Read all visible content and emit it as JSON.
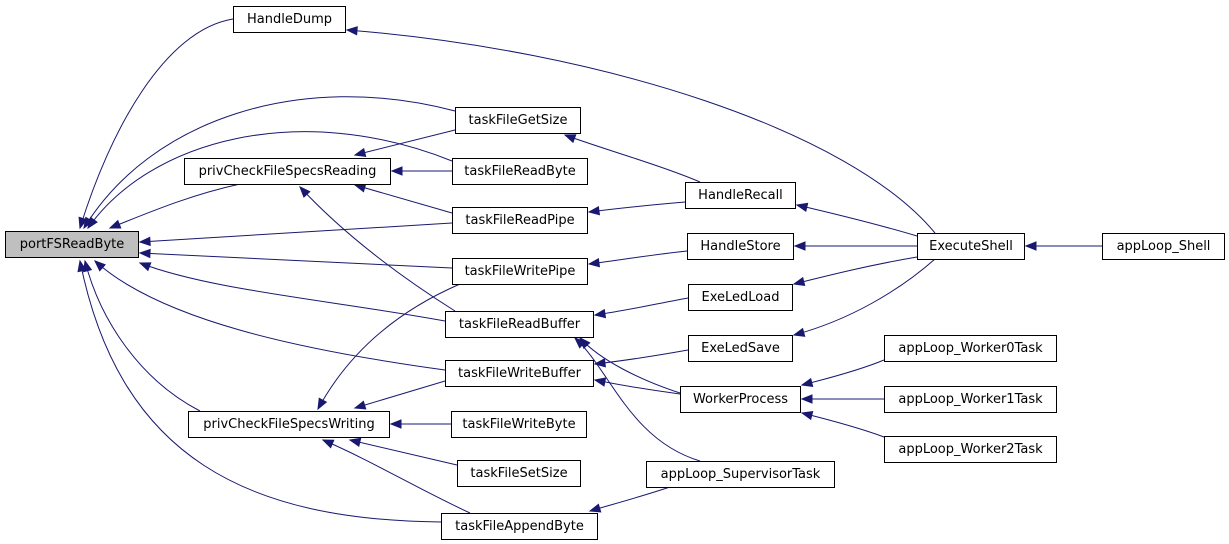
{
  "graph": {
    "colors": {
      "edge": "#191970",
      "root_fill": "#bfbfbf",
      "node_fill": "#ffffff",
      "node_border": "#000000"
    },
    "nodes": [
      {
        "id": "portFSReadByte",
        "label": "portFSReadByte",
        "root": true
      },
      {
        "id": "HandleDump",
        "label": "HandleDump"
      },
      {
        "id": "taskFileGetSize",
        "label": "taskFileGetSize"
      },
      {
        "id": "privCheckFileSpecsReading",
        "label": "privCheckFileSpecsReading"
      },
      {
        "id": "taskFileReadByte",
        "label": "taskFileReadByte"
      },
      {
        "id": "taskFileReadPipe",
        "label": "taskFileReadPipe"
      },
      {
        "id": "taskFileWritePipe",
        "label": "taskFileWritePipe"
      },
      {
        "id": "taskFileReadBuffer",
        "label": "taskFileReadBuffer"
      },
      {
        "id": "taskFileWriteBuffer",
        "label": "taskFileWriteBuffer"
      },
      {
        "id": "privCheckFileSpecsWriting",
        "label": "privCheckFileSpecsWriting"
      },
      {
        "id": "taskFileWriteByte",
        "label": "taskFileWriteByte"
      },
      {
        "id": "taskFileSetSize",
        "label": "taskFileSetSize"
      },
      {
        "id": "taskFileAppendByte",
        "label": "taskFileAppendByte"
      },
      {
        "id": "HandleRecall",
        "label": "HandleRecall"
      },
      {
        "id": "HandleStore",
        "label": "HandleStore"
      },
      {
        "id": "ExeLedLoad",
        "label": "ExeLedLoad"
      },
      {
        "id": "ExeLedSave",
        "label": "ExeLedSave"
      },
      {
        "id": "WorkerProcess",
        "label": "WorkerProcess"
      },
      {
        "id": "appLoop_SupervisorTask",
        "label": "appLoop_SupervisorTask"
      },
      {
        "id": "ExecuteShell",
        "label": "ExecuteShell"
      },
      {
        "id": "appLoop_Shell",
        "label": "appLoop_Shell"
      },
      {
        "id": "appLoop_Worker0Task",
        "label": "appLoop_Worker0Task"
      },
      {
        "id": "appLoop_Worker1Task",
        "label": "appLoop_Worker1Task"
      },
      {
        "id": "appLoop_Worker2Task",
        "label": "appLoop_Worker2Task"
      }
    ],
    "edges": [
      {
        "from": "HandleDump",
        "to": "portFSReadByte"
      },
      {
        "from": "taskFileGetSize",
        "to": "portFSReadByte"
      },
      {
        "from": "taskFileReadByte",
        "to": "portFSReadByte"
      },
      {
        "from": "privCheckFileSpecsReading",
        "to": "portFSReadByte"
      },
      {
        "from": "taskFileReadPipe",
        "to": "portFSReadByte"
      },
      {
        "from": "taskFileWritePipe",
        "to": "portFSReadByte"
      },
      {
        "from": "taskFileReadBuffer",
        "to": "portFSReadByte"
      },
      {
        "from": "taskFileWriteBuffer",
        "to": "portFSReadByte"
      },
      {
        "from": "privCheckFileSpecsWriting",
        "to": "portFSReadByte"
      },
      {
        "from": "taskFileAppendByte",
        "to": "portFSReadByte"
      },
      {
        "from": "taskFileGetSize",
        "to": "privCheckFileSpecsReading"
      },
      {
        "from": "taskFileReadByte",
        "to": "privCheckFileSpecsReading"
      },
      {
        "from": "taskFileReadPipe",
        "to": "privCheckFileSpecsReading"
      },
      {
        "from": "taskFileReadBuffer",
        "to": "privCheckFileSpecsReading"
      },
      {
        "from": "taskFileWritePipe",
        "to": "privCheckFileSpecsWriting"
      },
      {
        "from": "taskFileWriteBuffer",
        "to": "privCheckFileSpecsWriting"
      },
      {
        "from": "taskFileWriteByte",
        "to": "privCheckFileSpecsWriting"
      },
      {
        "from": "taskFileSetSize",
        "to": "privCheckFileSpecsWriting"
      },
      {
        "from": "taskFileAppendByte",
        "to": "privCheckFileSpecsWriting"
      },
      {
        "from": "HandleRecall",
        "to": "taskFileGetSize"
      },
      {
        "from": "HandleRecall",
        "to": "taskFileReadPipe"
      },
      {
        "from": "HandleStore",
        "to": "taskFileWritePipe"
      },
      {
        "from": "ExeLedLoad",
        "to": "taskFileReadBuffer"
      },
      {
        "from": "ExeLedSave",
        "to": "taskFileWriteBuffer"
      },
      {
        "from": "WorkerProcess",
        "to": "taskFileReadBuffer"
      },
      {
        "from": "WorkerProcess",
        "to": "taskFileWriteBuffer"
      },
      {
        "from": "appLoop_SupervisorTask",
        "to": "taskFileReadBuffer"
      },
      {
        "from": "appLoop_SupervisorTask",
        "to": "taskFileAppendByte"
      },
      {
        "from": "ExecuteShell",
        "to": "HandleDump"
      },
      {
        "from": "ExecuteShell",
        "to": "HandleRecall"
      },
      {
        "from": "ExecuteShell",
        "to": "HandleStore"
      },
      {
        "from": "ExecuteShell",
        "to": "ExeLedLoad"
      },
      {
        "from": "ExecuteShell",
        "to": "ExeLedSave"
      },
      {
        "from": "appLoop_Shell",
        "to": "ExecuteShell"
      },
      {
        "from": "appLoop_Worker0Task",
        "to": "WorkerProcess"
      },
      {
        "from": "appLoop_Worker1Task",
        "to": "WorkerProcess"
      },
      {
        "from": "appLoop_Worker2Task",
        "to": "WorkerProcess"
      }
    ]
  }
}
